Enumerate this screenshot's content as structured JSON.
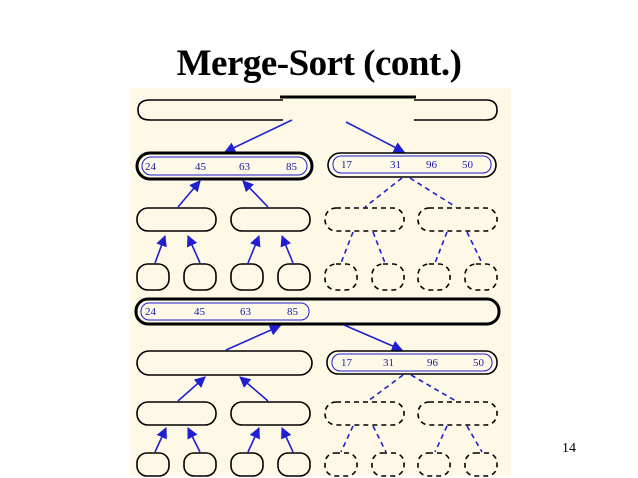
{
  "slide": {
    "title": "Merge-Sort (cont.)",
    "page_number": "14"
  },
  "colors": {
    "background": "#ffffff",
    "panel": "#fdf9e6",
    "node_border": "#000000",
    "arrow": "#1f1fd0",
    "number_text": "#1a1aa8"
  },
  "diagram": {
    "upper_tree": {
      "left_sequence": [
        "24",
        "45",
        "63",
        "85"
      ],
      "right_sequence": [
        "17",
        "31",
        "96",
        "50"
      ]
    },
    "lower_tree": {
      "root_partial_sequence": [
        "24",
        "45",
        "63",
        "85"
      ],
      "right_sequence": [
        "17",
        "31",
        "96",
        "50"
      ]
    }
  }
}
